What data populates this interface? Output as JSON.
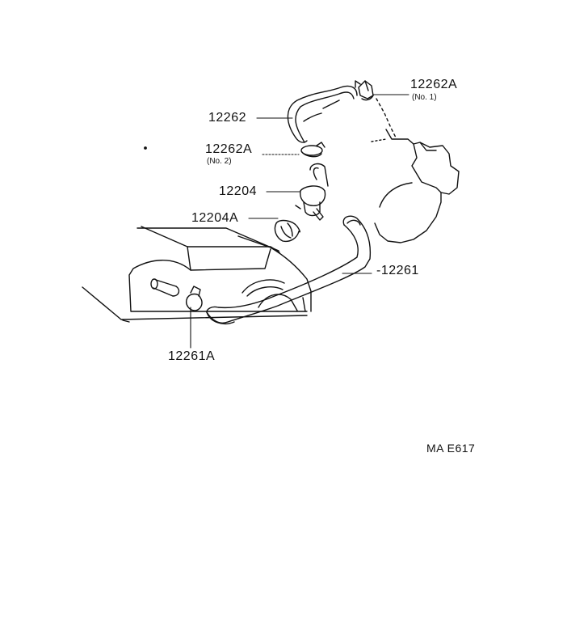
{
  "parts": {
    "p12262A_no1": {
      "number": "12262A",
      "note": "(No. 1)"
    },
    "p12262": {
      "number": "12262"
    },
    "p12262A_no2": {
      "number": "12262A",
      "note": "(No. 2)"
    },
    "p12204": {
      "number": "12204"
    },
    "p12204A": {
      "number": "12204A"
    },
    "p12261": {
      "number": "-12261"
    },
    "p12261A": {
      "number": "12261A"
    }
  },
  "figure_code": "MA E617"
}
